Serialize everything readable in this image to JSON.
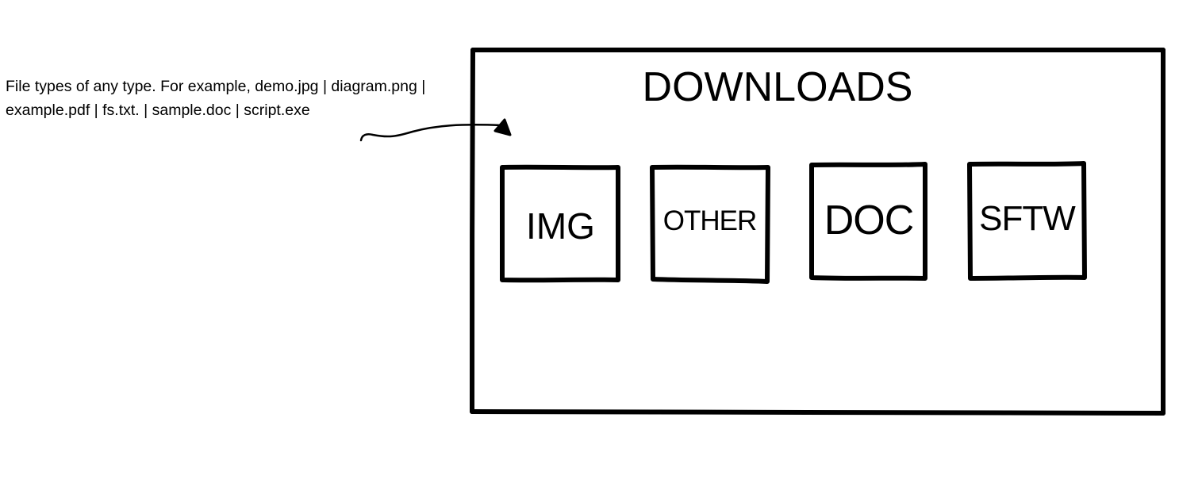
{
  "annotation": {
    "text": "File types of any type. For example, demo.jpg | diagram.png | example.pdf | fs.txt. | sample.doc | script.exe"
  },
  "downloads": {
    "title": "DOWNLOADS",
    "tiles": [
      {
        "label": "IMG"
      },
      {
        "label": "OTHER"
      },
      {
        "label": "DOC"
      },
      {
        "label": "SFTW"
      }
    ]
  },
  "colors": {
    "ink": "#000000",
    "background": "#ffffff"
  }
}
